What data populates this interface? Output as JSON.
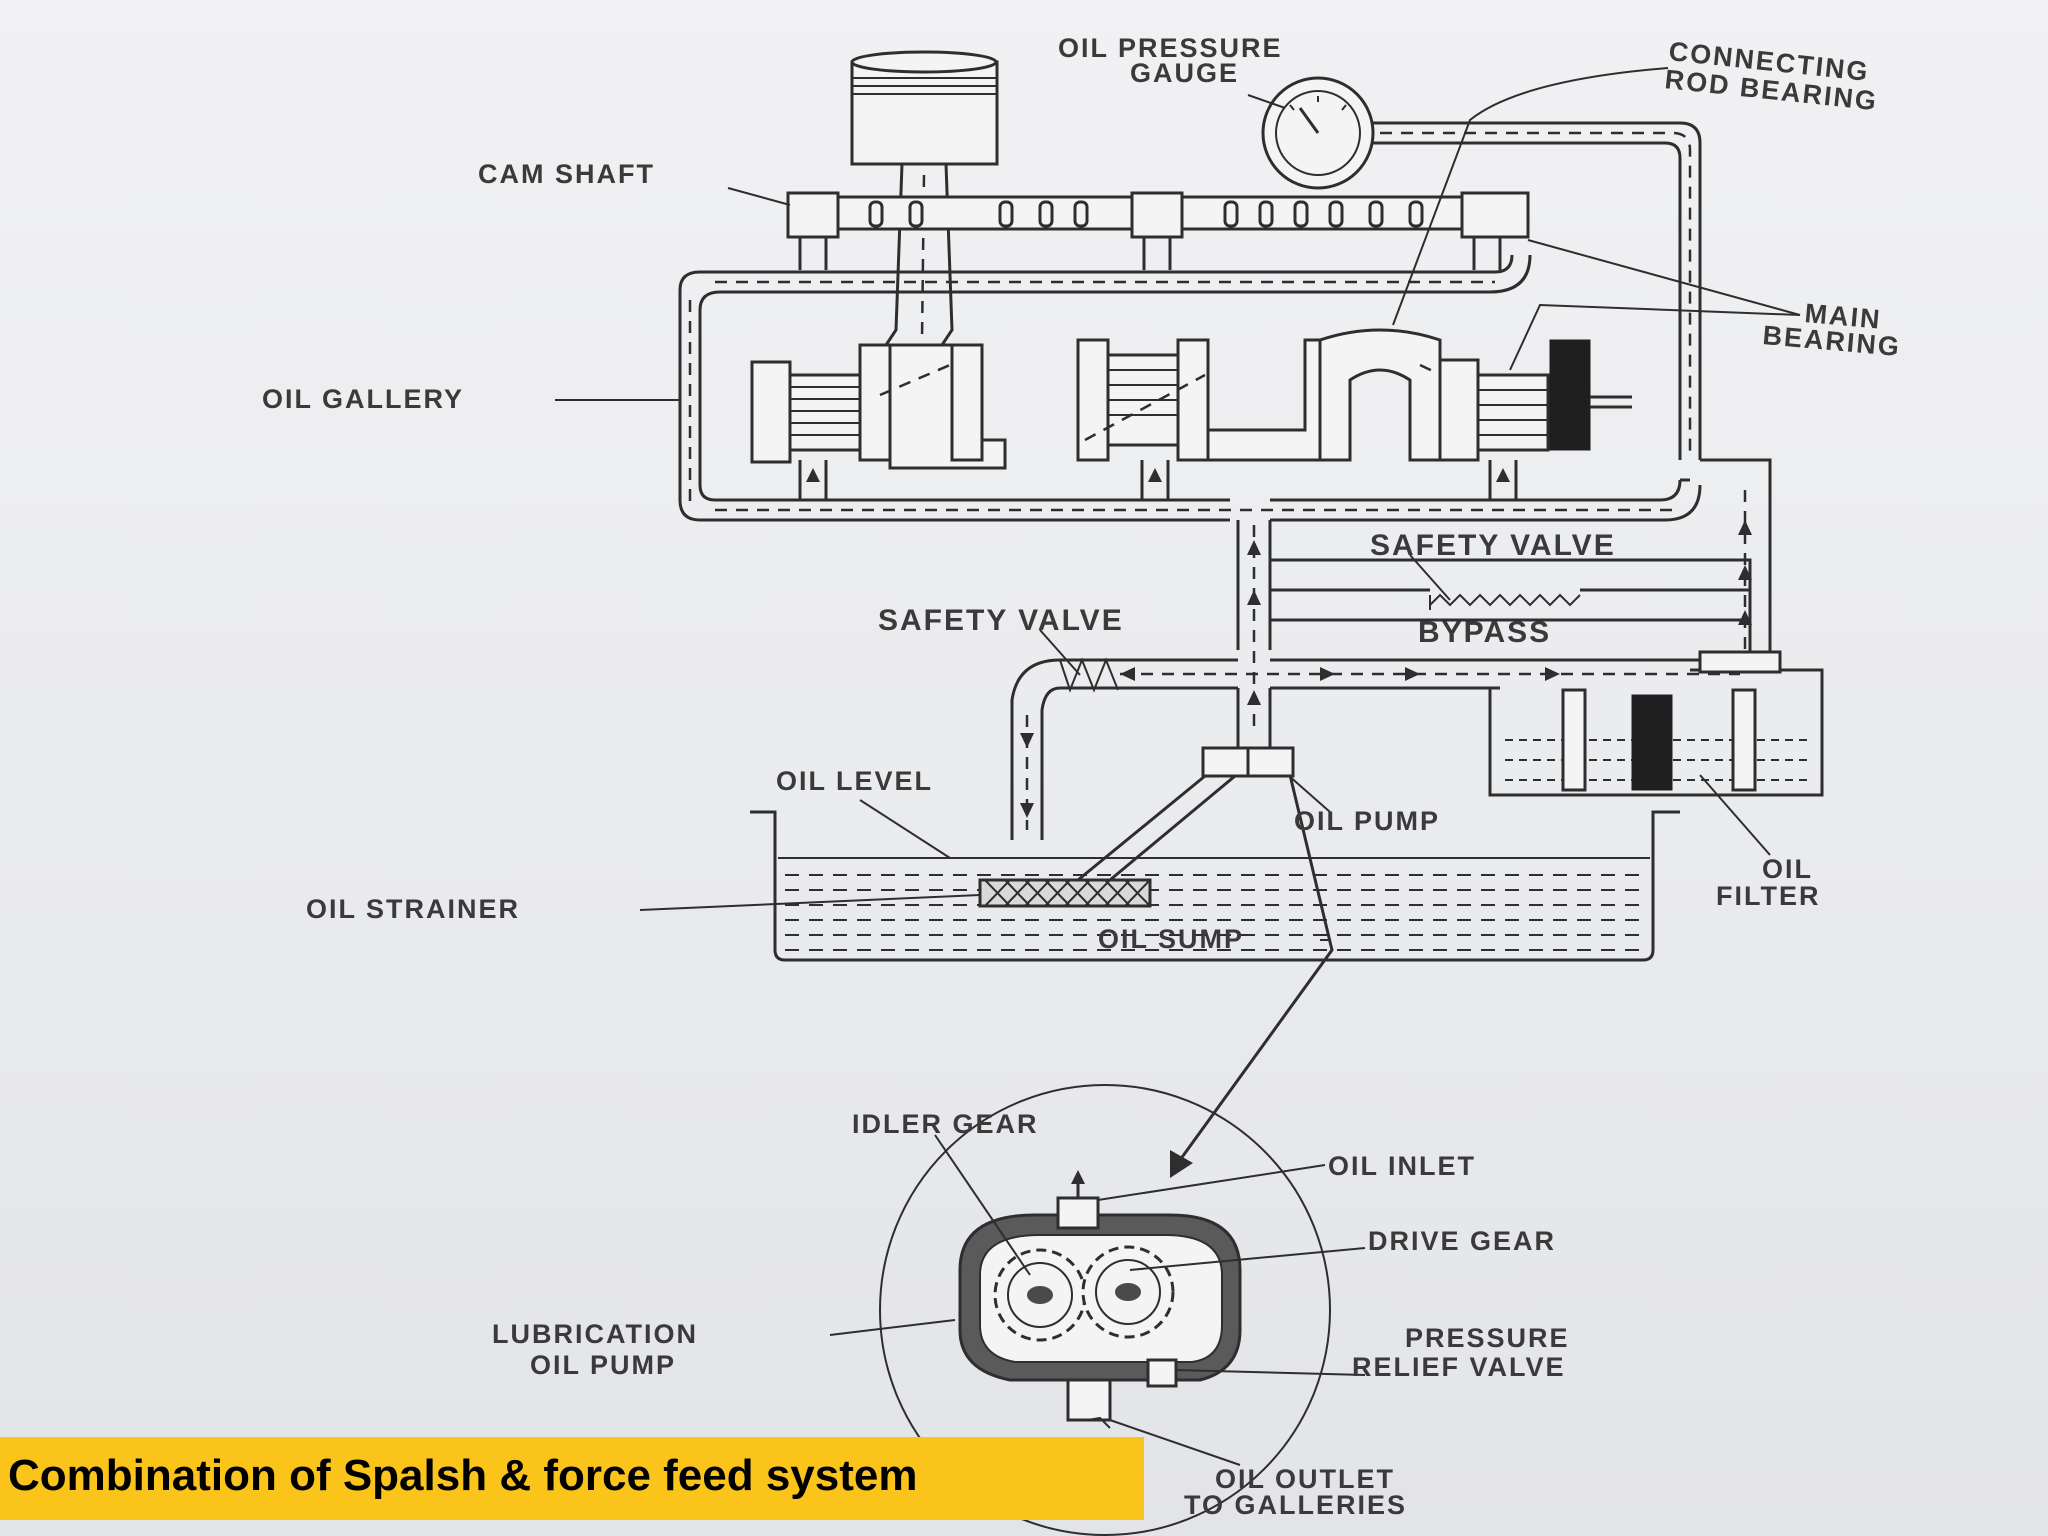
{
  "caption": "Combination of Spalsh & force feed system",
  "labels": {
    "oil_pressure_gauge_1": "OIL PRESSURE",
    "oil_pressure_gauge_2": "GAUGE",
    "connecting_rod_bearing_1": "CONNECTING",
    "connecting_rod_bearing_2": "ROD BEARING",
    "cam_shaft": "CAM SHAFT",
    "main_bearing_1": "MAIN",
    "main_bearing_2": "BEARING",
    "oil_gallery": "OIL GALLERY",
    "safety_valve_upper": "SAFETY VALVE",
    "bypass": "BYPASS",
    "safety_valve_lower": "SAFETY VALVE",
    "oil_level": "OIL LEVEL",
    "oil_pump": "OIL PUMP",
    "oil_filter_1": "OIL",
    "oil_filter_2": "FILTER",
    "oil_strainer": "OIL STRAINER",
    "oil_sump": "OIL SUMP",
    "idler_gear": "IDLER GEAR",
    "oil_inlet": "OIL INLET",
    "drive_gear": "DRIVE GEAR",
    "lubrication_oil_pump_1": "LUBRICATION",
    "lubrication_oil_pump_2": "OIL PUMP",
    "pressure_relief_valve_1": "PRESSURE",
    "pressure_relief_valve_2": "RELIEF VALVE",
    "oil_outlet_1": "OIL OUTLET",
    "oil_outlet_2": "TO GALLERIES"
  },
  "colors": {
    "caption_bar": "#fbc41a",
    "caption_text": "#000000",
    "paper": "#ecedf0",
    "ink": "#2e2e2e"
  }
}
